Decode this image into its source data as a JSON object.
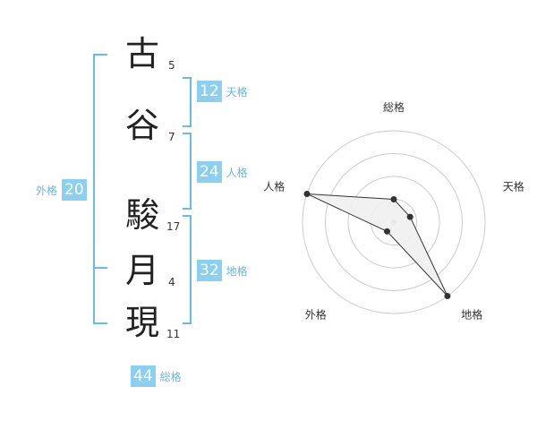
{
  "name": {
    "chars": [
      {
        "char": "古",
        "strokes": "5"
      },
      {
        "char": "谷",
        "strokes": "7"
      },
      {
        "char": "駿",
        "strokes": "17"
      },
      {
        "char": "月",
        "strokes": "4"
      },
      {
        "char": "現",
        "strokes": "11"
      }
    ]
  },
  "kaku": {
    "tenkaku": {
      "value": "12",
      "label": "天格"
    },
    "jinkaku": {
      "value": "24",
      "label": "人格"
    },
    "chikaku": {
      "value": "32",
      "label": "地格"
    },
    "gaikaku": {
      "value": "20",
      "label": "外格"
    },
    "soukaku": {
      "value": "44",
      "label": "総格"
    }
  },
  "radar": {
    "axes": [
      "総格",
      "天格",
      "地格",
      "外格",
      "人格"
    ],
    "levels": 4,
    "values": [
      1.0,
      0.75,
      4.0,
      0.5,
      4.0
    ],
    "colors": {
      "fill": "#f0f0f0",
      "stroke": "#333333",
      "ring": "#cccccc",
      "point": "#333333"
    }
  }
}
